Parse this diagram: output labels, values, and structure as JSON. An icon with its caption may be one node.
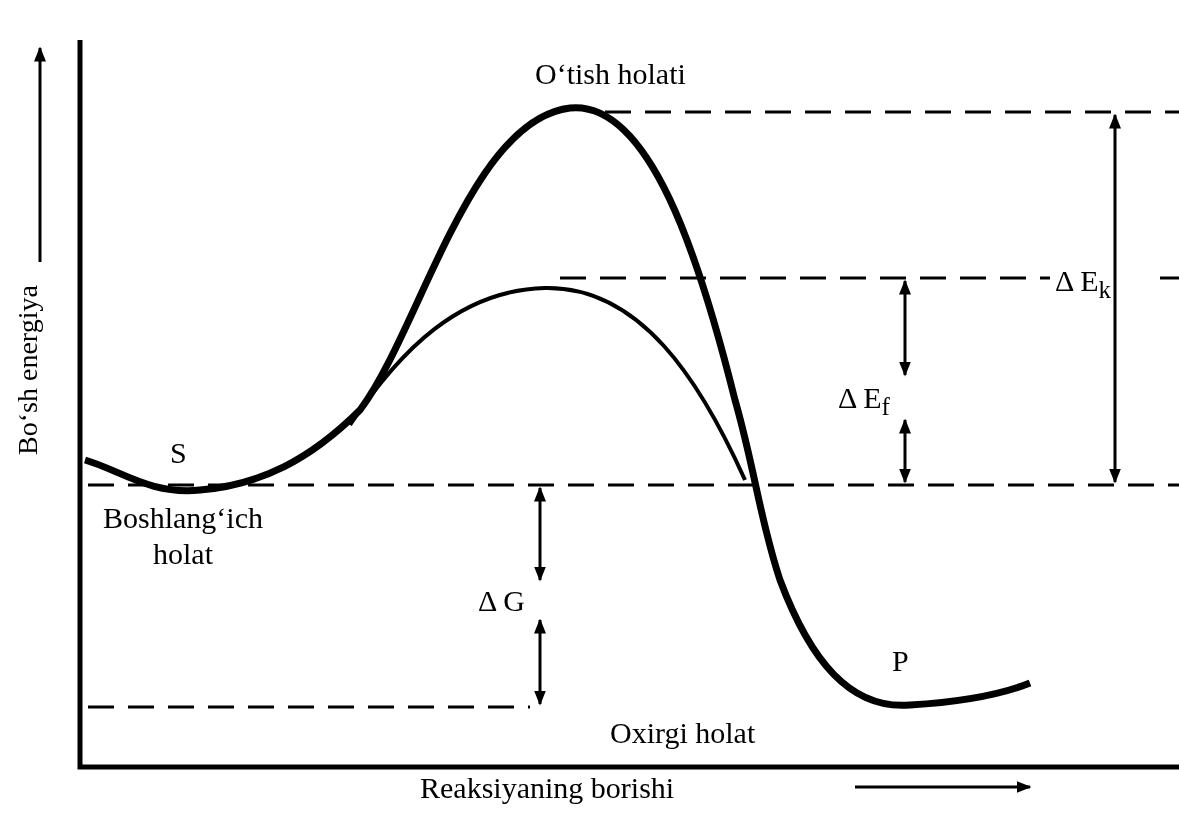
{
  "diagram": {
    "labels": [
      "O‘tish holati",
      "Δ E$_{k}$",
      "Δ E$_{f}$",
      "S",
      "Boshlang‘ich holat",
      "Δ G",
      "P",
      "Oxirgi holat",
      "Bo‘sh energiya",
      "Reaksiyaning borishi"
    ]
  }
}
